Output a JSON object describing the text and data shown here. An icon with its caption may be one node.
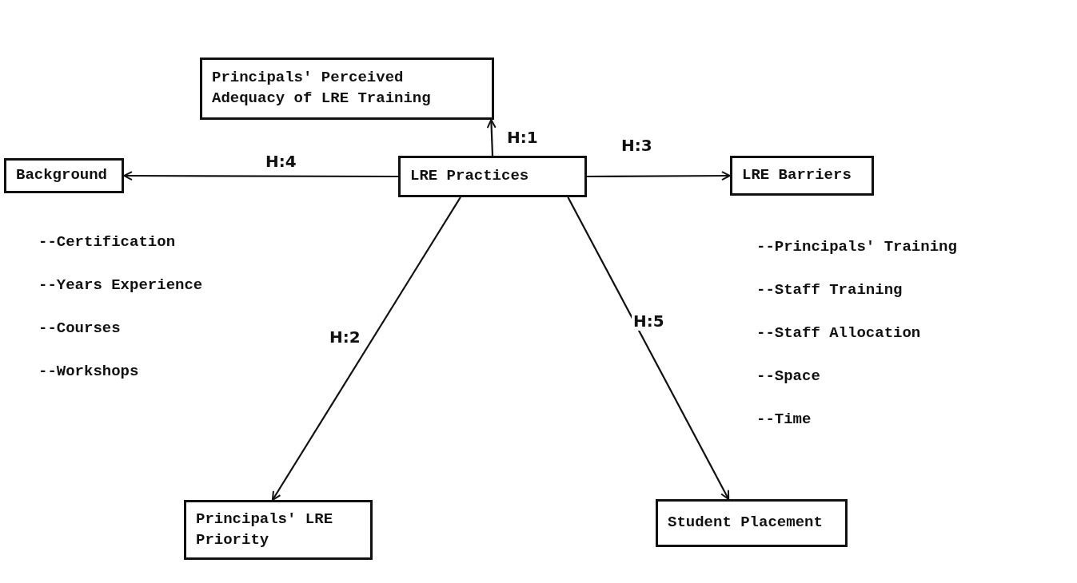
{
  "diagram": {
    "nodes": [
      {
        "text": [
          "Principals' Perceived Adequacy of LRE Training"
        ]
      },
      {
        "text": [
          "Background"
        ],
        "beside": [
          "--Certification",
          "--Years Experience",
          "--Courses",
          "--Workshops"
        ]
      },
      {
        "text": [
          "LRE Practices"
        ]
      },
      {
        "text": [
          "LRE Barriers"
        ],
        "beside": [
          "--Principals' Training",
          "--Staff Training",
          "--Staff Allocation",
          "--Space",
          "--Time"
        ]
      },
      {
        "text": [
          "Principals' LRE Priority"
        ]
      },
      {
        "text": [
          "Student Placement"
        ]
      }
    ],
    "edges": [
      {
        "from": 2,
        "to": 0,
        "arrow": "to",
        "label": "H:1"
      },
      {
        "from": 2,
        "to": 1,
        "arrow": "to",
        "label": "H:4"
      },
      {
        "from": 2,
        "to": 3,
        "arrow": "to",
        "label": "H:3"
      },
      {
        "from": 2,
        "to": 4,
        "arrow": "to",
        "label": "H:2"
      },
      {
        "from": 2,
        "to": 5,
        "arrow": "to",
        "label": "H:5"
      }
    ]
  }
}
